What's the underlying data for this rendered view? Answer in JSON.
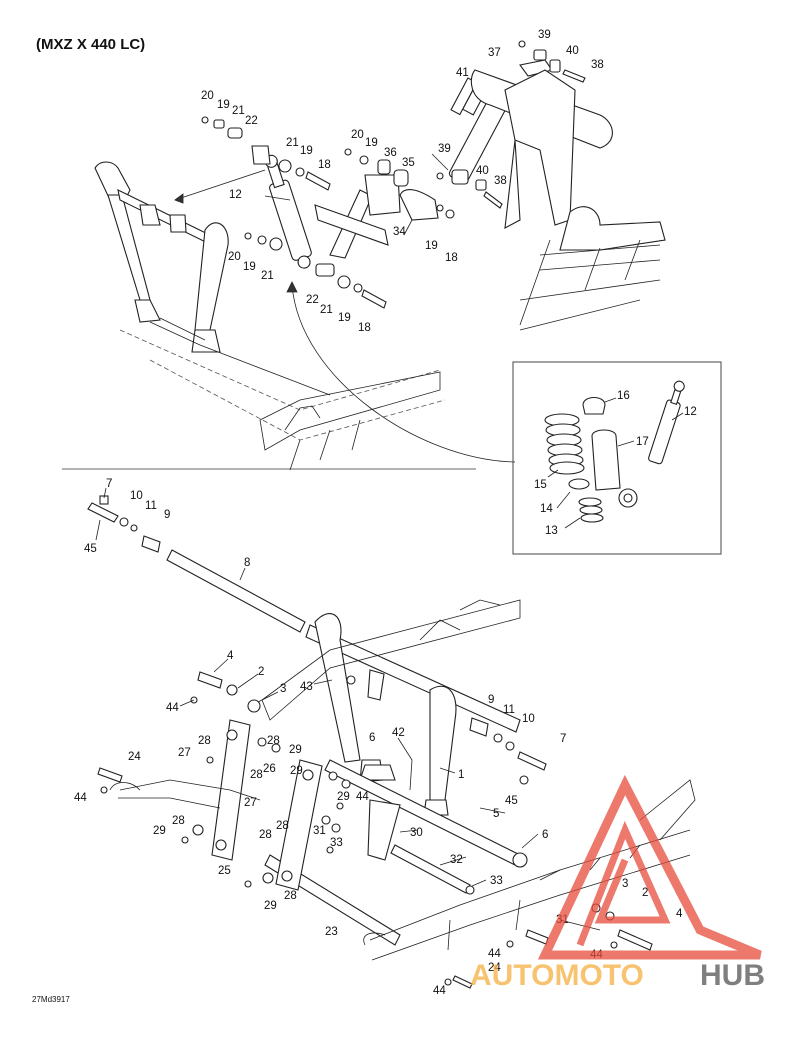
{
  "title": "(MXZ X 440 LC)",
  "drawing_code": "27Md3917",
  "watermark": {
    "word_a": "AUTOMOTO",
    "word_b": "HUB",
    "color_a": "#f5b041",
    "color_b": "#555555",
    "logo_color": "#e74c3c"
  },
  "callouts": {
    "top": [
      "39",
      "37",
      "40",
      "38",
      "41",
      "20",
      "19",
      "21",
      "22",
      "21",
      "19",
      "18",
      "20",
      "19",
      "36",
      "35",
      "39",
      "40",
      "38",
      "12",
      "34",
      "19",
      "18",
      "20",
      "19",
      "21",
      "22",
      "21",
      "19",
      "18"
    ],
    "inset": [
      "16",
      "12",
      "17",
      "15",
      "14",
      "13"
    ],
    "bottom": [
      "7",
      "10",
      "11",
      "9",
      "45",
      "8",
      "4",
      "2",
      "3",
      "43",
      "44",
      "24",
      "27",
      "28",
      "26",
      "29",
      "28",
      "29",
      "6",
      "42",
      "1",
      "9",
      "11",
      "10",
      "7",
      "45",
      "44",
      "28",
      "27",
      "28",
      "31",
      "28",
      "29",
      "33",
      "44",
      "30",
      "5",
      "6",
      "29",
      "28",
      "32",
      "25",
      "28",
      "29",
      "33",
      "23",
      "3",
      "2",
      "4",
      "31",
      "44",
      "24",
      "44",
      "44"
    ]
  }
}
